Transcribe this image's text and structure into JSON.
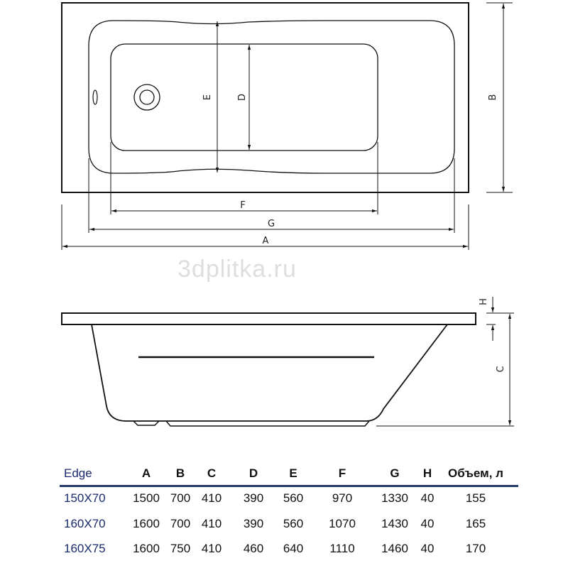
{
  "drawing": {
    "dim_labels": {
      "A": "A",
      "B": "B",
      "C": "C",
      "D": "D",
      "E": "E",
      "F": "F",
      "G": "G",
      "H": "H"
    }
  },
  "watermark": "3dplitka.ru",
  "table": {
    "headers": [
      "Edge",
      "A",
      "B",
      "C",
      "D",
      "E",
      "F",
      "G",
      "H",
      "Объем, л"
    ],
    "rows": [
      [
        "150X70",
        "1500",
        "700",
        "410",
        "390",
        "560",
        "970",
        "1330",
        "40",
        "155"
      ],
      [
        "160X70",
        "1600",
        "700",
        "410",
        "390",
        "560",
        "1070",
        "1430",
        "40",
        "165"
      ],
      [
        "160X75",
        "1600",
        "750",
        "410",
        "460",
        "640",
        "1110",
        "1460",
        "40",
        "170"
      ]
    ]
  },
  "colors": {
    "row_label": "#1a2a6c",
    "rule": "#233a6e"
  }
}
